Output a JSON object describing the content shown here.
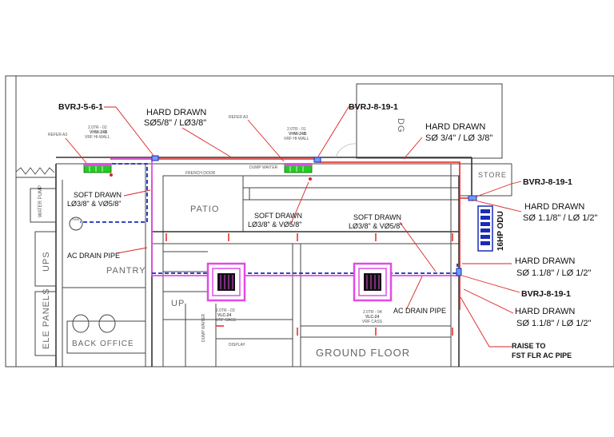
{
  "rooms": {
    "patio": "PATIO",
    "pantry": "PANTRY",
    "ups": "UPS",
    "ele_panels": "ELE PANELS",
    "back_office": "BACK OFFICE",
    "store": "STORE",
    "dg": "DG",
    "up": "UP",
    "ground_floor": "GROUND FLOOR",
    "water_pump": "WATER PUMP",
    "french_door": "FRENCH DOOR",
    "dump_waiter": "DUMP WAITER",
    "dump_waiter_2": "DUMP WAITER",
    "display": "DISPLAY",
    "sink": "SINK"
  },
  "units": {
    "hiwall_1": {
      "refer": "REFER A3",
      "line1": "2.0TR - 02",
      "line2": "VHW-24B",
      "line3": "VRF HI-WALL"
    },
    "hiwall_2": {
      "refer": "REFER A3",
      "line1": "2.0TR - 01",
      "line2": "VHW-24B",
      "line3": "VRF HI-WALL"
    },
    "cass_1": {
      "line1": "2.0TR - 03",
      "line2": "VLC-24",
      "line3": "VRF CASS"
    },
    "cass_2": {
      "line1": "2.0TR - 04",
      "line2": "VLC-24",
      "line3": "VRF CASS"
    },
    "odu": {
      "label": "16HP ODU"
    }
  },
  "annotations": {
    "bvrj_561": "BVRJ-5-6-1",
    "hard_drawn_1_title": "HARD DRAWN",
    "hard_drawn_1_size": "SØ5/8\" / LØ3/8\"",
    "bvrj_8191_top": "BVRJ-8-19-1",
    "hard_drawn_2_title": "HARD DRAWN",
    "hard_drawn_2_size": "SØ 3/4\" / LØ 3/8\"",
    "bvrj_8191_right": "BVRJ-8-19-1",
    "hard_drawn_3_title": "HARD DRAWN",
    "hard_drawn_3_size": "SØ 1.1/8\" / LØ 1/2\"",
    "soft_drawn_1_title": "SOFT DRAWN",
    "soft_drawn_1_size": "LØ3/8\" & VØ5/8\"",
    "soft_drawn_2_title": "SOFT DRAWN",
    "soft_drawn_2_size": "LØ3/8\" & VØ5/8\"",
    "soft_drawn_3_title": "SOFT DRAWN",
    "soft_drawn_3_size": "LØ3/8\" & VØ5/8\"",
    "hard_drawn_4_title": "HARD DRAWN",
    "hard_drawn_4_size": "SØ 1.1/8\" / LØ 1/2\"",
    "bvrj_8191_lower": "BVRJ-8-19-1",
    "hard_drawn_5_title": "HARD DRAWN",
    "hard_drawn_5_size": "SØ 1.1/8\" / LØ 1/2\"",
    "raise_line1": "RAISE TO",
    "raise_line2": "FST FLR AC PIPE",
    "ac_drain_1": "AC DRAIN PIPE",
    "ac_drain_2": "AC DRAIN PIPE"
  },
  "colors": {
    "refrigerant_red": "#e8221e",
    "soft_magenta": "#e24be5",
    "drain_blue": "#1a2bb8",
    "indoor_green": "#22cc22"
  }
}
